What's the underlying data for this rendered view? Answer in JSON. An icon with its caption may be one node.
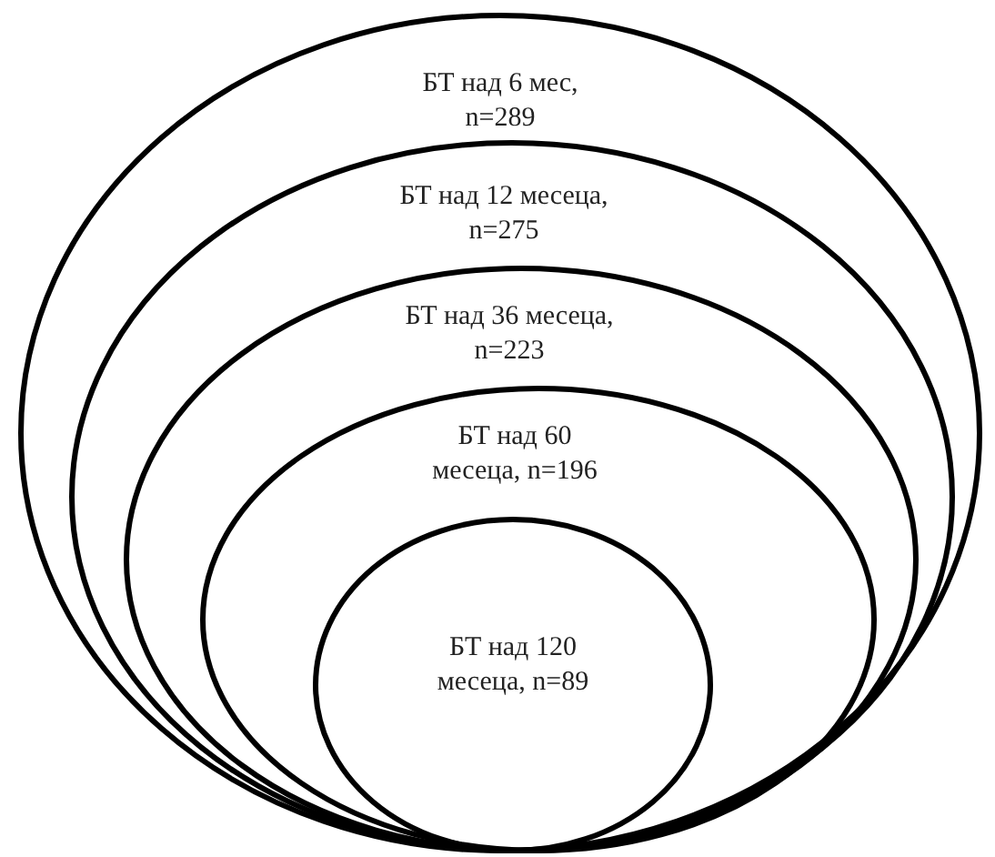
{
  "diagram": {
    "nodes": [
      {
        "text": [
          "БТ над 6 мес, n=289"
        ]
      },
      {
        "text": [
          "БТ над 12 месеца, n=275"
        ],
        "in": 0
      },
      {
        "text": [
          "БТ над 36 месеца, n=223"
        ],
        "in": 1
      },
      {
        "text": [
          "БТ над 60 месеца, n=196"
        ],
        "in": 2
      },
      {
        "text": [
          "БТ над 120 месеца, n=89"
        ],
        "in": 3
      }
    ]
  }
}
